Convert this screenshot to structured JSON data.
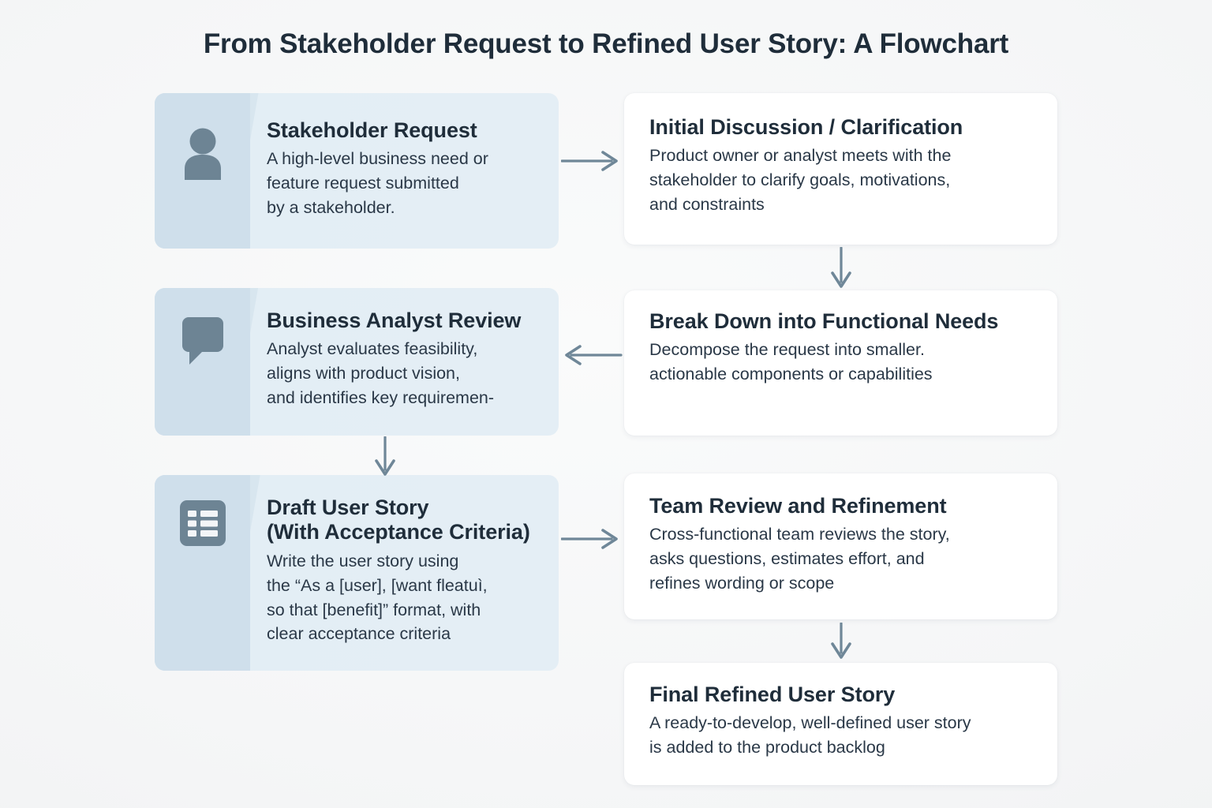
{
  "title": "From Stakeholder Request to Refined User Story: A Flowchart",
  "colors": {
    "background": "#f6f7f8",
    "card_blue": "#e3eef5",
    "card_blue_icon_pane": "#cfdfeb",
    "card_white": "#ffffff",
    "heading": "#1f2d3a",
    "body_text": "#2a3847",
    "icon": "#6d8494",
    "arrow": "#6f8798"
  },
  "steps": [
    {
      "id": "stakeholder-request",
      "style": "blue",
      "icon": "person-icon",
      "title": "Stakeholder Request",
      "desc": "A high-level business need or\nfeature request submitted\nby a stakeholder."
    },
    {
      "id": "initial-discussion",
      "style": "white",
      "icon": null,
      "title": "Initial Discussion / Clarification",
      "desc": "Product owner or analyst meets with the\nstakeholder to clarify goals, motivations,\nand constraints"
    },
    {
      "id": "break-down-functional-needs",
      "style": "white",
      "icon": null,
      "title": "Break Down into Functional Needs",
      "desc": "Decompose the request into smaller.\nactionable components or capabilities"
    },
    {
      "id": "business-analyst-review",
      "style": "blue",
      "icon": "speech-bubble-icon",
      "title": "Business Analyst Review",
      "desc": "Analyst evaluates feasibility,\naligns with product vision,\nand identifies key requiremen-"
    },
    {
      "id": "draft-user-story",
      "style": "blue",
      "icon": "list-icon",
      "title": "Draft User Story\n(With Acceptance Criteria)",
      "desc": "Write the user story using\nthe “As a [user], [want fleatuì,\nso that [benefit]” format, with\nclear acceptance criteria"
    },
    {
      "id": "team-review-refinement",
      "style": "white",
      "icon": null,
      "title": "Team Review and Refinement",
      "desc": "Cross-functional team reviews the story,\nasks questions, estimates effort, and\nrefines wording or scope"
    },
    {
      "id": "final-refined-user-story",
      "style": "white",
      "icon": null,
      "title": "Final Refined User Story",
      "desc": "A ready-to-develop, well-defined user story\nis added to the product backlog"
    }
  ],
  "connectors": [
    {
      "id": "arrow-stakeholder-to-discussion",
      "direction": "right"
    },
    {
      "id": "arrow-discussion-to-breakdown",
      "direction": "down"
    },
    {
      "id": "arrow-breakdown-to-analyst",
      "direction": "left"
    },
    {
      "id": "arrow-analyst-to-draft",
      "direction": "down"
    },
    {
      "id": "arrow-draft-to-team-review",
      "direction": "right"
    },
    {
      "id": "arrow-team-review-to-final",
      "direction": "down"
    }
  ]
}
